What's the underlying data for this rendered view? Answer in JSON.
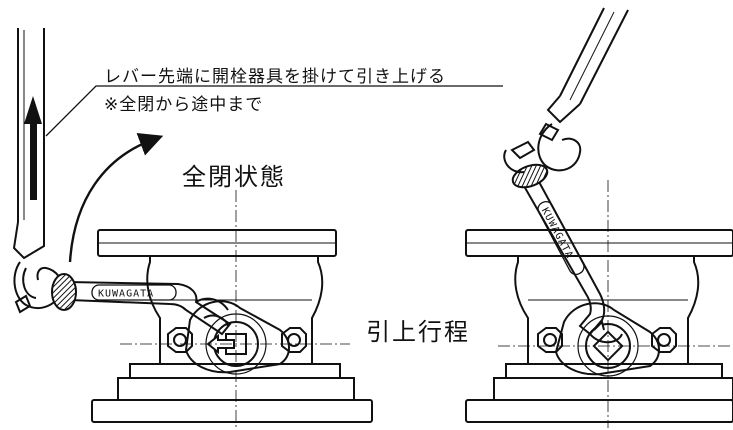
{
  "labels": {
    "instruction_main": "レバー先端に開栓器具を掛けて引き上げる",
    "instruction_sub": "※全閉から途中まで",
    "state_closed": "全閉状態",
    "lift_stroke": "引上行程"
  },
  "brand_mark": "KUWAGATA",
  "colors": {
    "line": "#111111",
    "background": "#ffffff",
    "hatch": "#444444"
  }
}
